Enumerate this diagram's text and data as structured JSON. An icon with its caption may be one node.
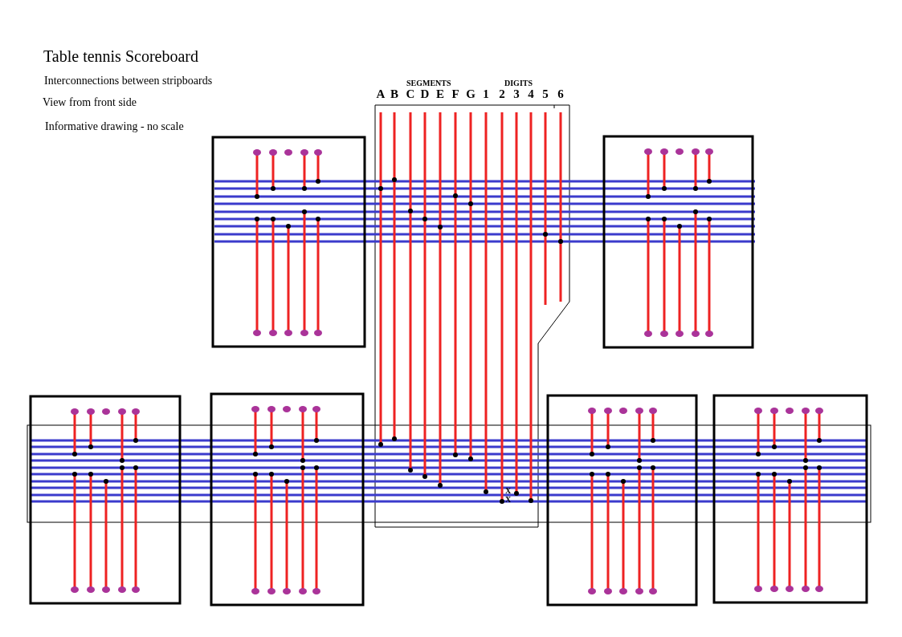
{
  "diagram": {
    "title": "Table tennis Scoreboard",
    "labels": [
      "Interconnections between stripboards",
      "View from front side",
      "Informative drawing - no scale",
      "SEGMENTS",
      "DIGITS",
      "A",
      "B",
      "C",
      "D",
      "E",
      "F",
      "G",
      "1",
      "2",
      "3",
      "4",
      "5",
      "6",
      "X",
      "X"
    ]
  }
}
